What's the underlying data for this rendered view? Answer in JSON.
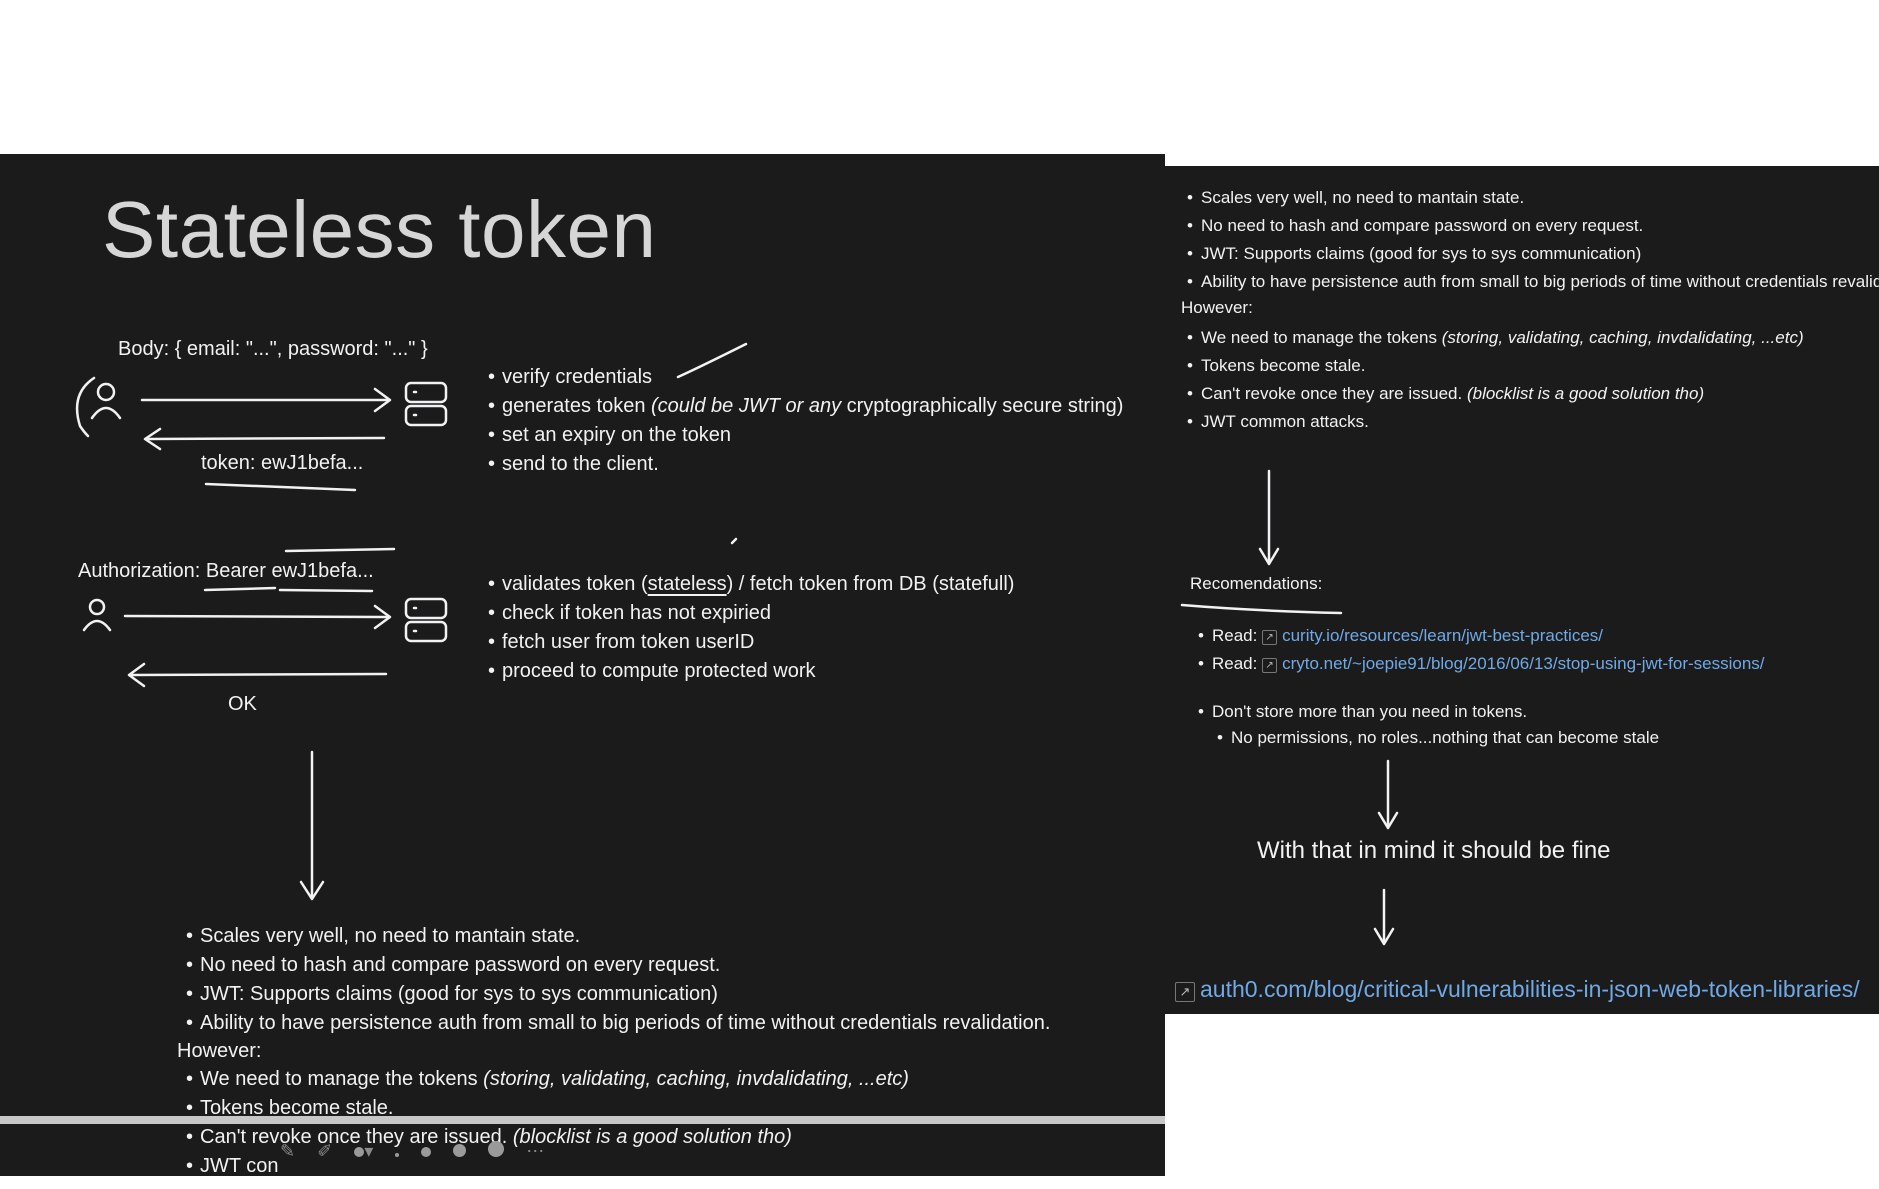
{
  "left": {
    "title": "Stateless token",
    "body_label": "Body: { email: \"...\", password: \"...\" }",
    "token_label": "token: ewJ1befa...",
    "auth_prefix": "Authorization: ",
    "auth_bearer": "Bearer",
    "auth_token": " ewJ1befa...",
    "ok_label": "OK",
    "server_steps": [
      {
        "text": "verify credentials"
      },
      {
        "pre": "generates token ",
        "ital": "(could be JWT or any",
        "post": " cryptographically secure string)"
      },
      {
        "text": "set an expiry on the token"
      },
      {
        "text": "send to the client."
      }
    ],
    "validate_steps": [
      {
        "pre": "validates token (",
        "under": "stateless",
        "post": ") / fetch token from DB (statefull)"
      },
      {
        "text": "check if token has not expiried"
      },
      {
        "text": "fetch user from token userID"
      },
      {
        "text": "proceed to compute protected work"
      }
    ],
    "pros": [
      "Scales very well, no need to mantain state.",
      "No need to hash and compare password on every request.",
      "JWT: Supports claims (good for sys to sys communication)",
      "Ability to have persistence auth from small to big periods of time without credentials revalidation."
    ],
    "however": "However:",
    "cons": [
      {
        "pre": "We need to manage the tokens ",
        "ital": "(storing, validating, caching, invdalidating, ...etc)"
      },
      {
        "pre": "Tokens become stale.",
        "ital": ""
      },
      {
        "pre": "Can't revoke once they are issued. ",
        "ital": "(blocklist is a good solution tho)"
      },
      {
        "pre": "JWT con",
        "ital": ""
      }
    ]
  },
  "right": {
    "pros": [
      "Scales very well, no need to mantain state.",
      "No need to hash and compare password on every request.",
      "JWT: Supports claims (good for sys to sys communication)",
      "Ability to have persistence auth from small to big periods of time without credentials revalidation."
    ],
    "however": "However:",
    "cons": [
      {
        "pre": "We need to manage the tokens ",
        "ital": "(storing, validating, caching, invdalidating, ...etc)"
      },
      {
        "pre": "Tokens become stale.",
        "ital": ""
      },
      {
        "pre": "Can't revoke once they are issued. ",
        "ital": "(blocklist is a good solution tho)"
      },
      {
        "pre": "JWT common attacks.",
        "ital": ""
      }
    ],
    "recommendations_title": "Recomendations:",
    "reads": [
      {
        "label": "Read: ",
        "link": "curity.io/resources/learn/jwt-best-practices/"
      },
      {
        "label": "Read: ",
        "link": "cryto.net/~joepie91/blog/2016/06/13/stop-using-jwt-for-sessions/"
      }
    ],
    "dont_store": "Don't store more than you need in tokens.",
    "no_permissions": "No permissions, no roles...nothing that can become stale",
    "fine": "With that in mind it should be fine",
    "final_link": "auth0.com/blog/critical-vulnerabilities-in-json-web-token-libraries/"
  },
  "colors": {
    "background": "#1b1b1c",
    "text": "#f2f2f2",
    "title": "#d6d6d6",
    "link": "#6fa9e6"
  },
  "icons": [
    "user-icon",
    "server-icon",
    "arrow-right-icon",
    "arrow-left-icon",
    "arrow-down-icon",
    "external-link-icon",
    "pen-icon",
    "highlighter-icon",
    "more-icon"
  ]
}
